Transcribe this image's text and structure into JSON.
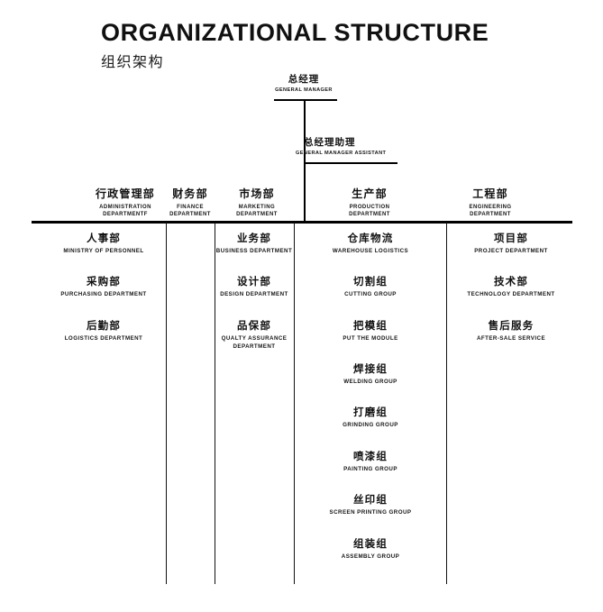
{
  "title": {
    "english": "ORGANIZATIONAL STRUCTURE",
    "chinese": "组织架构"
  },
  "colors": {
    "background": "#ffffff",
    "ink": "#111111",
    "rule": "#000000"
  },
  "top_nodes": [
    {
      "chinese": "总经理",
      "english": "GENERAL MANAGER"
    },
    {
      "chinese": "总经理助理",
      "english": "GENERAL MANAGER ASSISTANT"
    }
  ],
  "departments": [
    {
      "chinese": "行政管理部",
      "english_line1": "ADMINISTRATION",
      "english_line2": "DEPARTMENTF",
      "children": [
        {
          "chinese": "人事部",
          "english_line1": "MINISTRY OF PERSONNEL",
          "english_line2": ""
        },
        {
          "chinese": "采购部",
          "english_line1": "PURCHASING DEPARTMENT",
          "english_line2": ""
        },
        {
          "chinese": "后勤部",
          "english_line1": "LOGISTICS DEPARTMENT",
          "english_line2": ""
        }
      ]
    },
    {
      "chinese": "财务部",
      "english_line1": "FINANCE",
      "english_line2": "DEPARTMENT",
      "children": []
    },
    {
      "chinese": "市场部",
      "english_line1": "MARKETING",
      "english_line2": "DEPARTMENT",
      "children": [
        {
          "chinese": "业务部",
          "english_line1": "BUSINESS DEPARTMENT",
          "english_line2": ""
        },
        {
          "chinese": "设计部",
          "english_line1": "DESIGN DEPARTMENT",
          "english_line2": ""
        },
        {
          "chinese": "品保部",
          "english_line1": "QUALTY ASSURANCE",
          "english_line2": "DEPARTMENT"
        }
      ]
    },
    {
      "chinese": "生产部",
      "english_line1": "PRODUCTION",
      "english_line2": "DEPARTMENT",
      "children": [
        {
          "chinese": "仓库物流",
          "english_line1": "WAREHOUSE LOGISTICS",
          "english_line2": ""
        },
        {
          "chinese": "切割组",
          "english_line1": "CUTTING GROUP",
          "english_line2": ""
        },
        {
          "chinese": "把模组",
          "english_line1": "PUT THE MODULE",
          "english_line2": ""
        },
        {
          "chinese": "焊接组",
          "english_line1": "WELDING GROUP",
          "english_line2": ""
        },
        {
          "chinese": "打磨组",
          "english_line1": "GRINDING GROUP",
          "english_line2": ""
        },
        {
          "chinese": "喷漆组",
          "english_line1": "PAINTING GROUP",
          "english_line2": ""
        },
        {
          "chinese": "丝印组",
          "english_line1": "SCREEN PRINTING GROUP",
          "english_line2": ""
        },
        {
          "chinese": "组装组",
          "english_line1": "ASSEMBLY GROUP",
          "english_line2": ""
        }
      ]
    },
    {
      "chinese": "工程部",
      "english_line1": "ENGINEERING",
      "english_line2": "DEPARTMENT",
      "children": [
        {
          "chinese": "项目部",
          "english_line1": "PROJECT DEPARTMENT",
          "english_line2": ""
        },
        {
          "chinese": "技术部",
          "english_line1": "TECHNOLOGY DEPARTMENT",
          "english_line2": ""
        },
        {
          "chinese": "售后服务",
          "english_line1": "AFTER-SALE SERVICE",
          "english_line2": ""
        }
      ]
    }
  ]
}
